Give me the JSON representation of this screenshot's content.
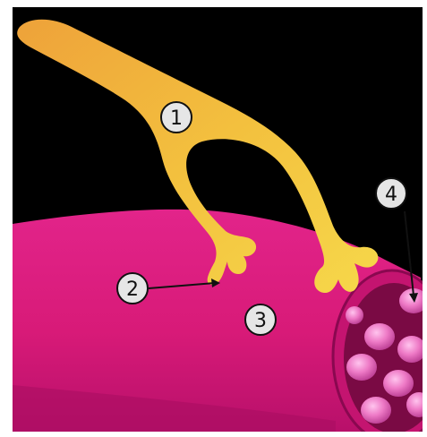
{
  "diagram": {
    "colors": {
      "background": "#000000",
      "frame": "#ffffff",
      "neuron": "#f4c640",
      "neuron_dark": "#e8a43a",
      "muscle": "#e0207a",
      "muscle_shadow": "#b0105a",
      "fibril": "#ee7ac6",
      "fibril_dark": "#c8409e",
      "label_fill": "#e6e6e6",
      "arrow": "#111111"
    },
    "labels": [
      {
        "id": "1",
        "text": "1"
      },
      {
        "id": "2",
        "text": "2"
      },
      {
        "id": "3",
        "text": "3"
      },
      {
        "id": "4",
        "text": "4"
      }
    ]
  }
}
